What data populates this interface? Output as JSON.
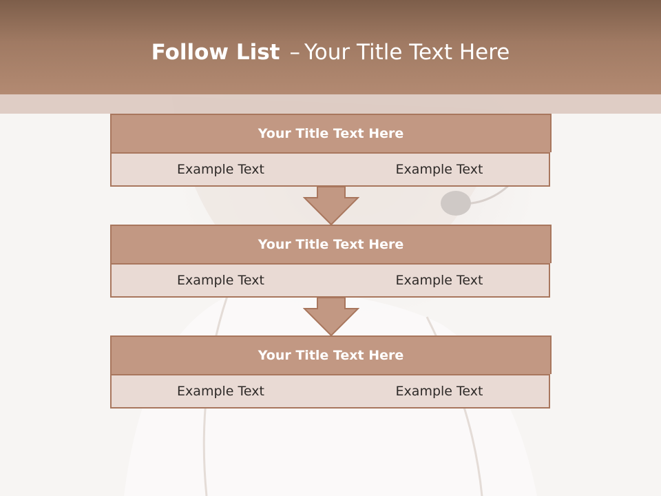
{
  "slide": {
    "title_bold": "Follow List",
    "title_dash": "–",
    "title_rest": "Your Title Text Here"
  },
  "blocks": [
    {
      "title": "Your Title Text Here",
      "left": "Example Text",
      "right": "Example Text"
    },
    {
      "title": "Your Title Text Here",
      "left": "Example Text",
      "right": "Example Text"
    },
    {
      "title": "Your Title Text Here",
      "left": "Example Text",
      "right": "Example Text"
    }
  ],
  "colors": {
    "header": "#a07a63",
    "block_title_fill": "#c29883",
    "block_border": "#a8765d",
    "cell_fill": "#e9dad4"
  }
}
